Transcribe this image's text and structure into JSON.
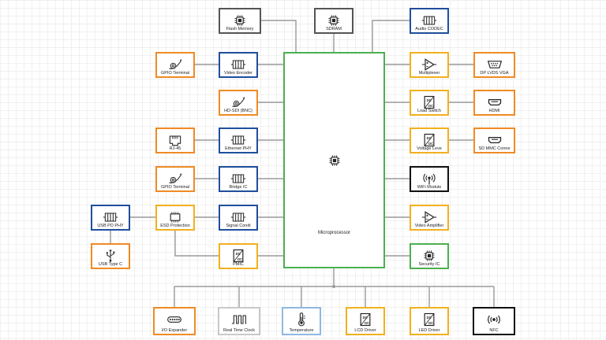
{
  "colors": {
    "gray": "#555555",
    "orange": "#f08a24",
    "blue": "#1f4e9c",
    "yellow": "#f2b01e",
    "black": "#111111",
    "green": "#4caf50",
    "light_gray": "#c9c9c9",
    "light_blue": "#8fb8e0",
    "wire": "#9a9a9a"
  },
  "processor": {
    "label": "Microprocessor",
    "icon": "chip-icon"
  },
  "blocks": {
    "flash": {
      "label": "Flash Memory",
      "icon": "chip-icon",
      "color": "gray"
    },
    "sdram": {
      "label": "SDRAM",
      "icon": "chip-icon",
      "color": "gray"
    },
    "audio_codec": {
      "label": "Audio CODEC",
      "icon": "filter-icon",
      "color": "blue"
    },
    "gpio_terminal_1": {
      "label": "GPIO Terminal",
      "icon": "cable-icon",
      "color": "orange"
    },
    "video_encoder": {
      "label": "Video Encoder",
      "icon": "filter-icon",
      "color": "blue"
    },
    "hd_sdi": {
      "label": "HD-SDI (BNC)",
      "icon": "cable-icon",
      "color": "orange"
    },
    "rj45": {
      "label": "RJ-45",
      "icon": "rj45-icon",
      "color": "orange"
    },
    "ethernet_phy": {
      "label": "Ethernet PHY",
      "icon": "filter-icon",
      "color": "blue"
    },
    "gpio_terminal_2": {
      "label": "GPIO Terminal",
      "icon": "cable-icon",
      "color": "orange"
    },
    "bridge_ic": {
      "label": "Bridge IC",
      "icon": "filter-icon",
      "color": "blue"
    },
    "usb_pd_phy": {
      "label": "USB PD PHY",
      "icon": "filter-icon",
      "color": "blue"
    },
    "esd_protection": {
      "label": "ESD Protection",
      "icon": "ic-icon",
      "color": "yellow"
    },
    "signal_cond": {
      "label": "Signal Condi",
      "icon": "filter-icon",
      "color": "blue"
    },
    "usb_type_c": {
      "label": "USB Type C",
      "icon": "usb-icon",
      "color": "orange"
    },
    "pmic": {
      "label": "PMIC",
      "icon": "dc-dc-icon",
      "color": "yellow"
    },
    "multiplexer": {
      "label": "Multiplexer",
      "icon": "amplifier-icon",
      "color": "yellow"
    },
    "dp_lvds_vga": {
      "label": "DP LVDS VGA",
      "icon": "vga-connector-icon",
      "color": "orange"
    },
    "load_switch": {
      "label": "Load Switch",
      "icon": "dc-dc-icon",
      "color": "yellow"
    },
    "hdmi": {
      "label": "HDMI",
      "icon": "hdmi-connector-icon",
      "color": "orange"
    },
    "voltage_level": {
      "label": "Voltage Leve",
      "icon": "dc-dc-icon",
      "color": "yellow"
    },
    "sd_mmc": {
      "label": "SD MMC Conne",
      "icon": "hdmi-connector-icon",
      "color": "orange"
    },
    "wifi_module": {
      "label": "WiFi Module",
      "icon": "wifi-icon",
      "color": "black"
    },
    "video_amplifier": {
      "label": "Video Amplifier",
      "icon": "amplifier-icon",
      "color": "yellow"
    },
    "security_ic": {
      "label": "Security IC",
      "icon": "chip-icon",
      "color": "green"
    },
    "io_expander": {
      "label": "I/O Expander",
      "icon": "io-expander-icon",
      "color": "orange"
    },
    "rtc": {
      "label": "Real Time Clock",
      "icon": "clock-wave-icon",
      "color": "light_gray"
    },
    "temperature": {
      "label": "Temperature",
      "icon": "thermometer-icon",
      "color": "light_blue"
    },
    "lcd_driver": {
      "label": "LCD Driver",
      "icon": "dc-dc-icon",
      "color": "yellow"
    },
    "led_driver": {
      "label": "LED Driver",
      "icon": "dc-dc-icon",
      "color": "yellow"
    },
    "nfc": {
      "label": "NFC",
      "icon": "nfc-icon",
      "color": "black"
    }
  }
}
